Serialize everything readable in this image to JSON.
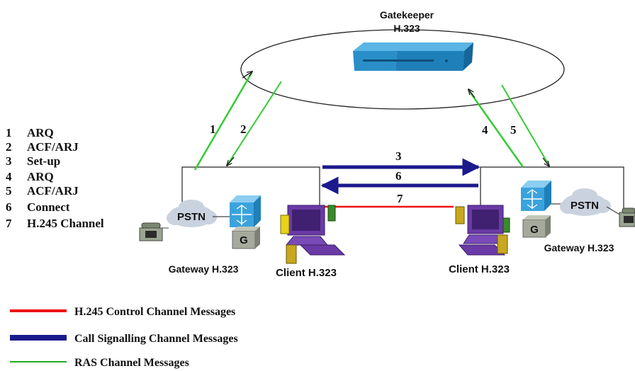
{
  "gatekeeper": {
    "title": "Gatekeeper",
    "subtitle": "H.323"
  },
  "steps": [
    {
      "num": "1",
      "label": "ARQ"
    },
    {
      "num": "2",
      "label": "ACF/ARJ"
    },
    {
      "num": "3",
      "label": "Set-up"
    },
    {
      "num": "4",
      "label": "ARQ"
    },
    {
      "num": "5",
      "label": "ACF/ARJ"
    },
    {
      "num": "6",
      "label": "Connect"
    },
    {
      "num": "7",
      "label": "H.245 Channel"
    }
  ],
  "arrow_numbers": {
    "a1": "1",
    "a2": "2",
    "a3": "3",
    "a4": "4",
    "a5": "5",
    "a6": "6",
    "a7": "7"
  },
  "left": {
    "gateway_label": "Gateway H.323",
    "client_label": "Client H.323",
    "cloud_label": "PSTN",
    "g_label": "G"
  },
  "right": {
    "gateway_label": "Gateway H.323",
    "client_label": "Client H.323",
    "cloud_label": "PSTN",
    "g_label": "G"
  },
  "legend": [
    {
      "label": "H.245 Control Channel Messages",
      "color": "#ee1111"
    },
    {
      "label": "Call Signalling Channel Messages",
      "color": "#1a1a8c"
    },
    {
      "label": "RAS Channel Messages",
      "color": "#22aa22"
    }
  ],
  "colors": {
    "ras": "#33cc33",
    "signal": "#1a1a8c",
    "h245": "#ee1111"
  }
}
